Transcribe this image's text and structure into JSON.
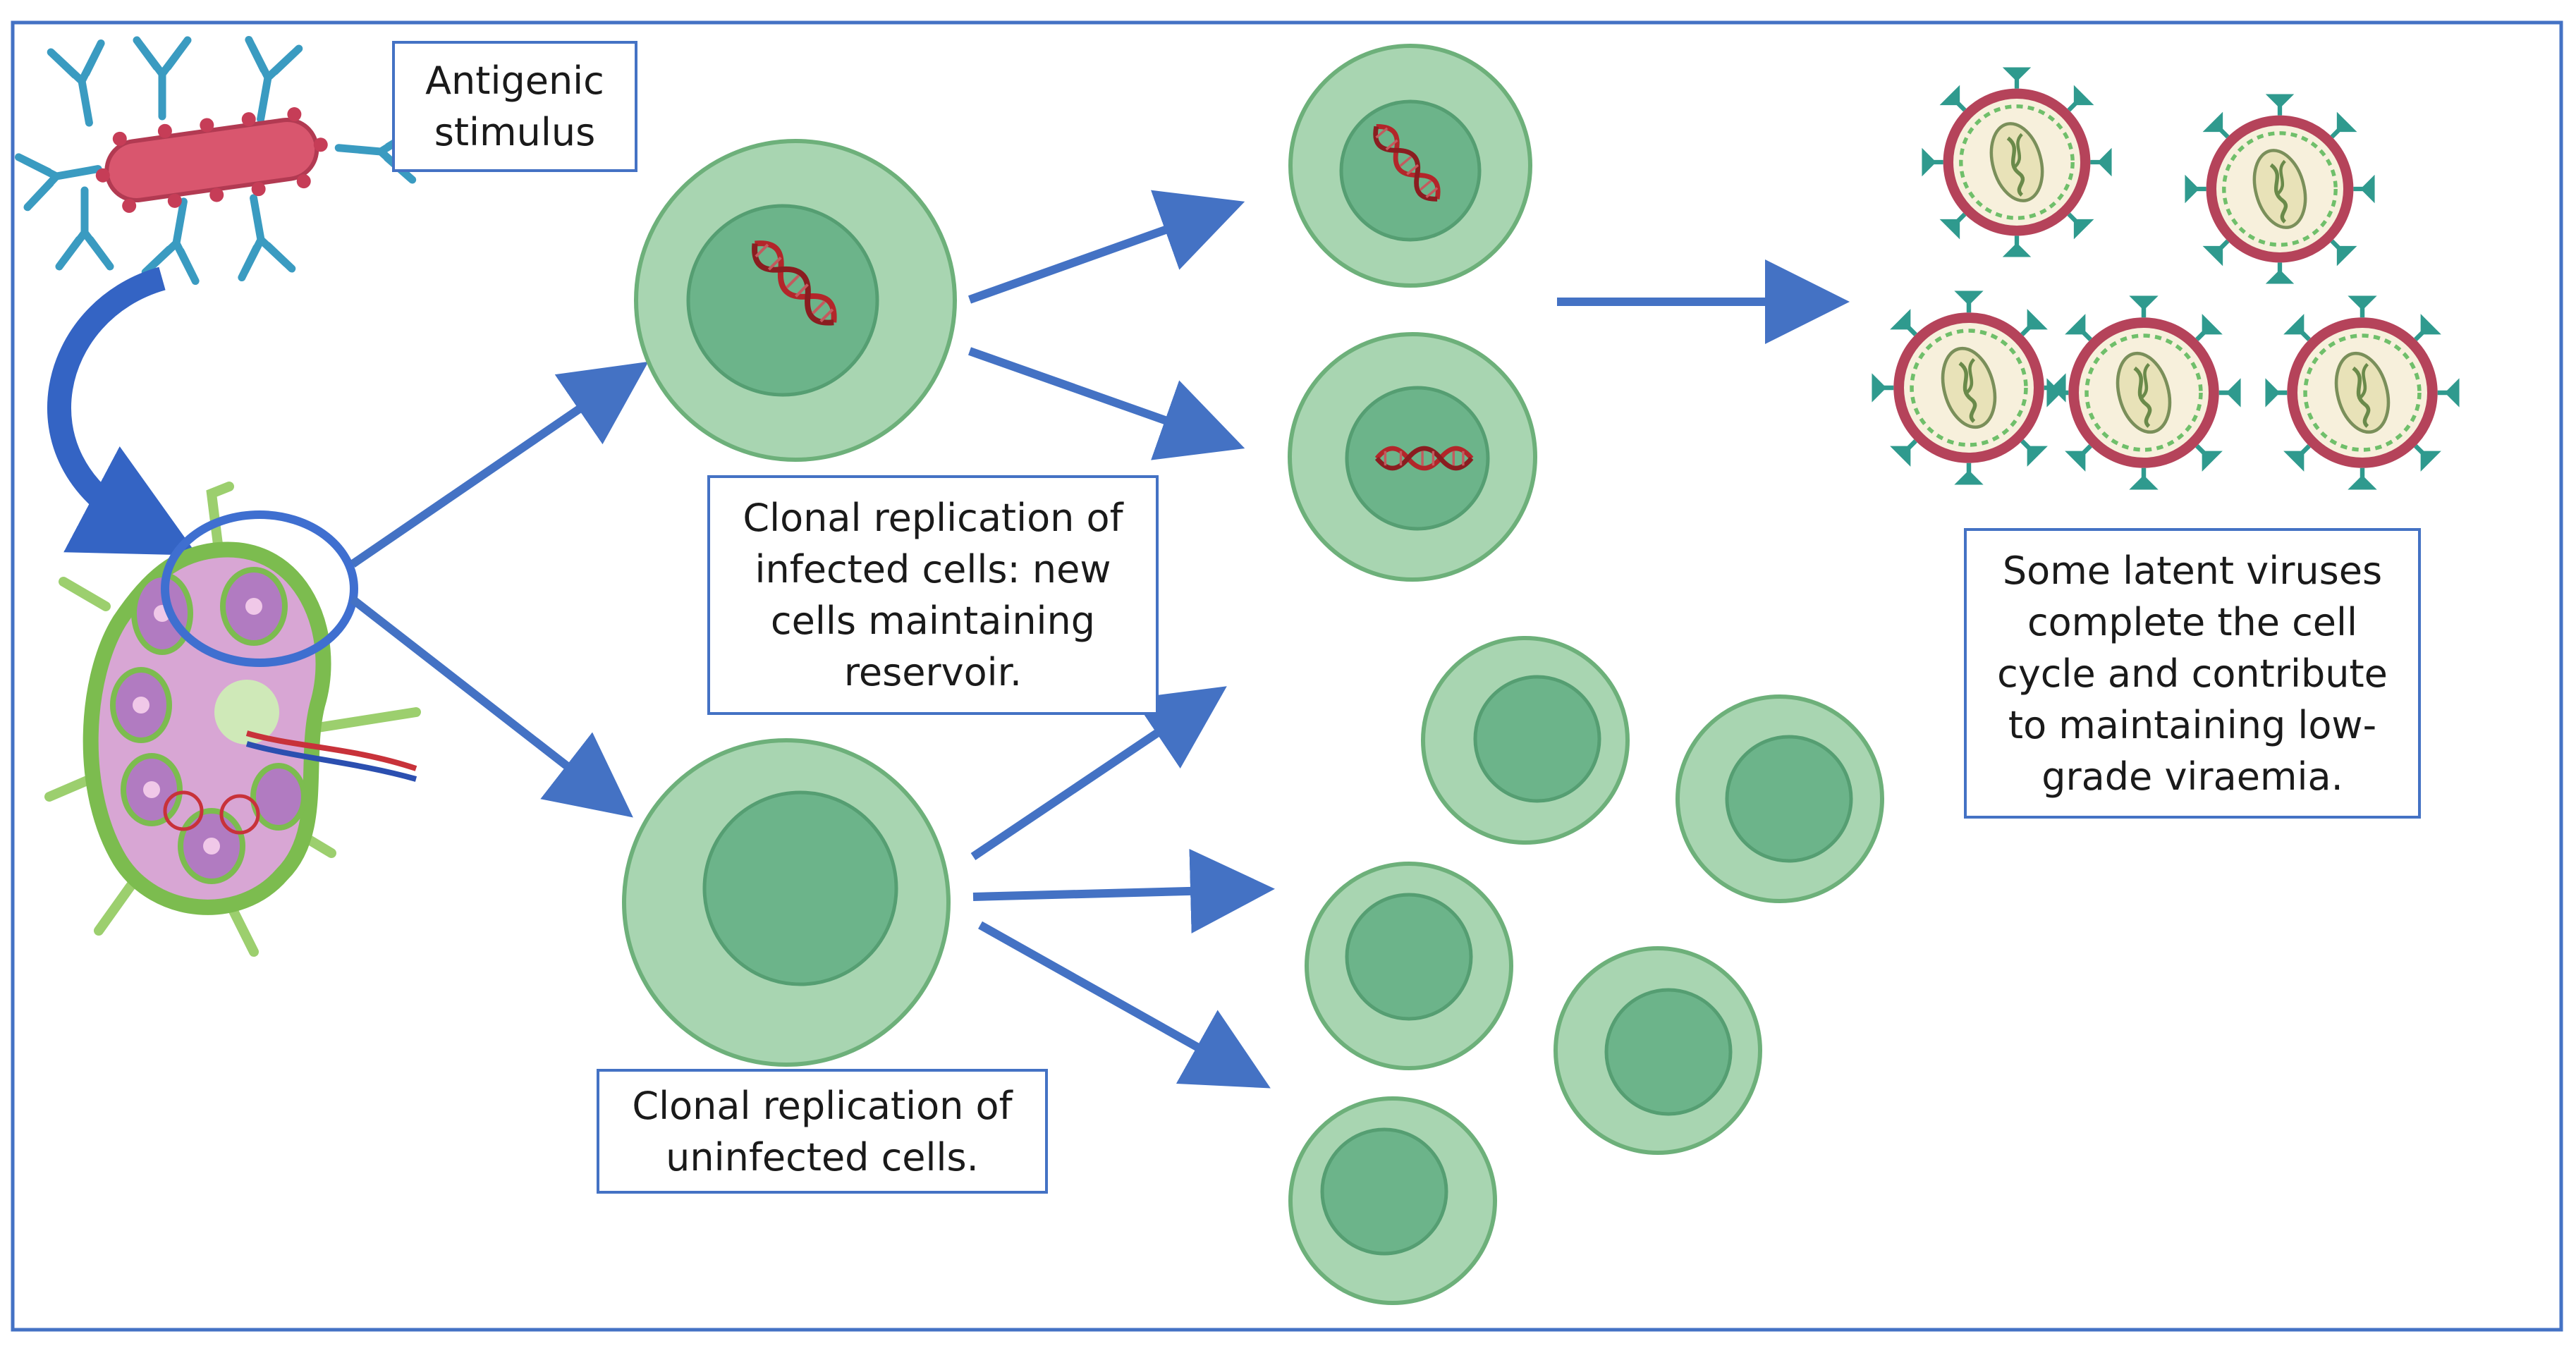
{
  "labels": {
    "antigenic_stimulus": "Antigenic\nstimulus",
    "infected_replication": "Clonal replication of\ninfected cells: new\ncells maintaining\nreservoir.",
    "uninfected_replication": "Clonal replication of\nuninfected cells.",
    "viraemia": "Some latent viruses\ncomplete the cell\ncycle and contribute\nto maintaining low-\ngrade viraemia."
  },
  "colors": {
    "frame": "#4472c4",
    "arrow": "#4472c4",
    "cell_outer": "#a8d5b1",
    "cell_outline": "#6db07a",
    "cell_nucleus": "#6cb48a",
    "dna": "#b3262a",
    "virion_envelope": "#b5435a",
    "virion_spike": "#2f9a8e",
    "bacterium": "#d9566e",
    "antibody": "#3a9bc1",
    "lymph_node": "#7cbc4f"
  },
  "icons": [
    "bacterium-icon",
    "antibody-icon",
    "lymph-node-icon",
    "infected-cell-icon",
    "uninfected-cell-icon",
    "dna-helix-icon",
    "virion-icon"
  ]
}
